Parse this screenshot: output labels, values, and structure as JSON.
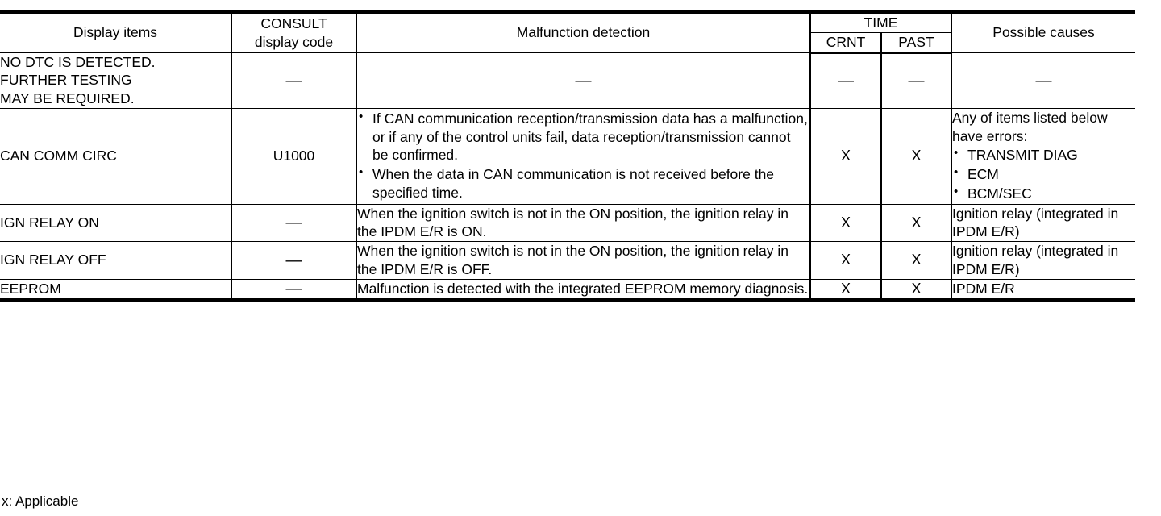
{
  "table": {
    "headers": {
      "display_items": "Display items",
      "consult_code_line1": "CONSULT",
      "consult_code_line2": "display code",
      "malfunction_detection": "Malfunction detection",
      "time": "TIME",
      "crnt": "CRNT",
      "past": "PAST",
      "possible_causes": "Possible causes"
    },
    "rows": [
      {
        "display_item_line1": "NO DTC IS DETECTED.",
        "display_item_line2": "FURTHER TESTING",
        "display_item_line3": "MAY BE REQUIRED.",
        "code": "—",
        "detection": "—",
        "crnt": "—",
        "past": "—",
        "cause": "—"
      },
      {
        "display_item": "CAN COMM CIRC",
        "code": "U1000",
        "detection_bullets": [
          "If CAN communication reception/transmission data has a malfunction, or if any of the control units fail, data reception/transmission cannot be confirmed.",
          "When the data in CAN communication is not received before the specified time."
        ],
        "crnt": "X",
        "past": "X",
        "cause_lead": "Any of items listed below have errors:",
        "cause_bullets": [
          "TRANSMIT DIAG",
          "ECM",
          "BCM/SEC"
        ]
      },
      {
        "display_item": "IGN RELAY ON",
        "code": "—",
        "detection": "When the ignition switch is not in the ON position, the ignition relay in the IPDM E/R is ON.",
        "crnt": "X",
        "past": "X",
        "cause": "Ignition relay (integrated in IPDM E/R)"
      },
      {
        "display_item": "IGN RELAY OFF",
        "code": "—",
        "detection": "When the ignition switch is not in the ON position, the ignition relay in the IPDM E/R is OFF.",
        "crnt": "X",
        "past": "X",
        "cause": "Ignition relay (integrated in IPDM E/R)"
      },
      {
        "display_item": "EEPROM",
        "code": "—",
        "detection": "Malfunction is detected with the integrated EEPROM memory diagnosis.",
        "crnt": "X",
        "past": "X",
        "cause": "IPDM E/R"
      }
    ]
  },
  "footnote": "x: Applicable"
}
